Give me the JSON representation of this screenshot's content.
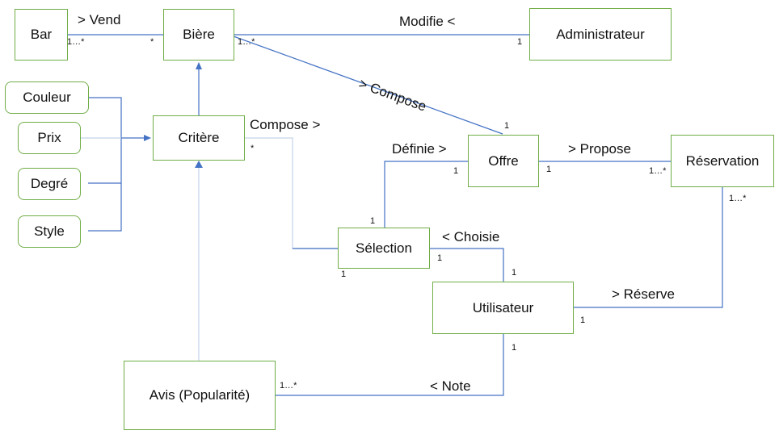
{
  "nodes": {
    "bar": "Bar",
    "biere": "Bière",
    "administrateur": "Administrateur",
    "couleur": "Couleur",
    "prix": "Prix",
    "degre": "Degré",
    "style": "Style",
    "critere": "Critère",
    "offre": "Offre",
    "reservation": "Réservation",
    "selection": "Sélection",
    "utilisateur": "Utilisateur",
    "avis": "Avis (Popularité)"
  },
  "labels": {
    "vend": "> Vend",
    "modifie": "Modifie <",
    "compose_offre": "> Compose",
    "compose_critere": "Compose >",
    "definie": "Définie >",
    "propose": "> Propose",
    "choisie": "< Choisie",
    "reserve": "> Réserve",
    "note": "< Note"
  },
  "multiplicities": {
    "bar_vend": "1…*",
    "biere_vend": "*",
    "biere_assoc": "1…*",
    "admin": "1",
    "offre_compose": "1",
    "critere_compose": "*",
    "offre_definie": "1",
    "offre_propose": "1",
    "reservation_propose": "1…*",
    "reservation_reserve": "1…*",
    "selection_definie": "1",
    "selection_choisie": "1",
    "selection_compose": "1",
    "utilisateur_choisie": "1",
    "utilisateur_reserve": "1",
    "utilisateur_note": "1",
    "avis_note": "1…*"
  },
  "colors": {
    "node_border": "#70ad47",
    "link": "#4472c4",
    "link_light": "#c3d3ea"
  }
}
